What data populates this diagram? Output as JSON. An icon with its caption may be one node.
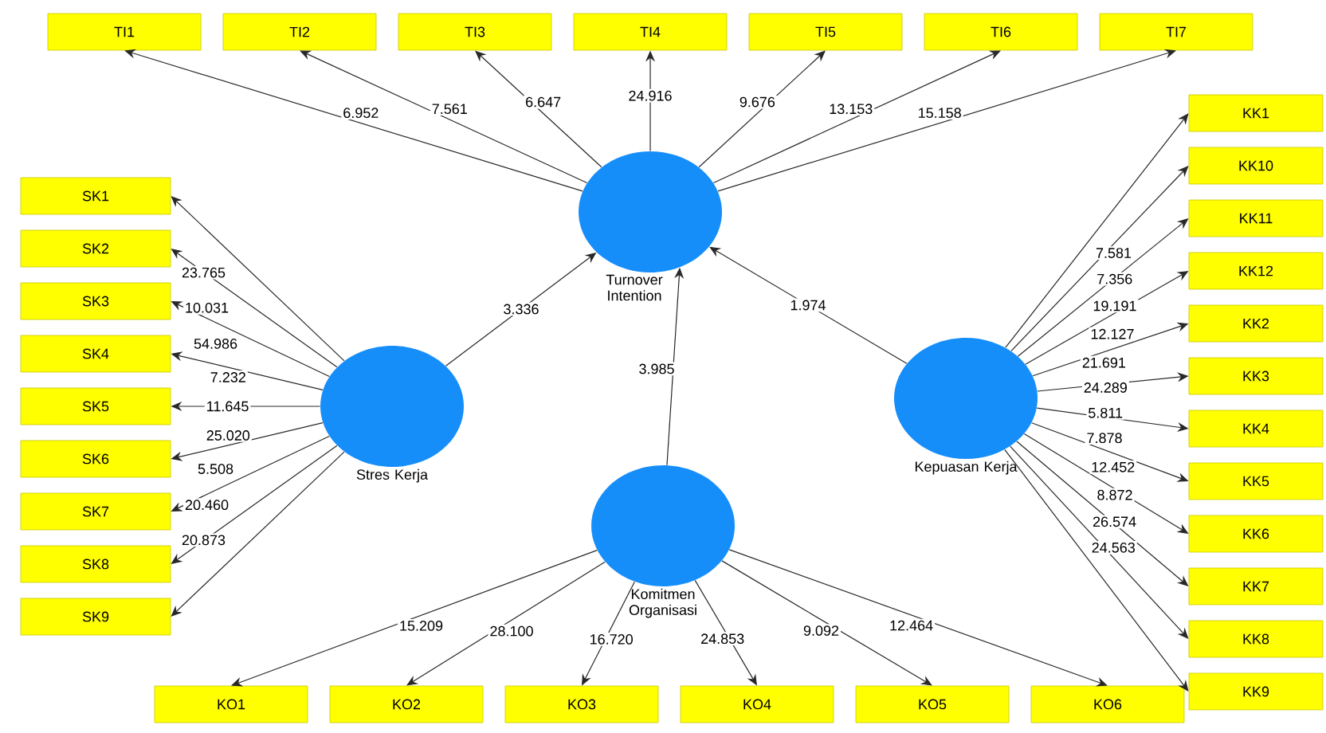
{
  "diagram": {
    "nodes": [
      {
        "text": [
          "Turnover Intention"
        ]
      },
      {
        "text": [
          "Stres Kerja"
        ]
      },
      {
        "text": [
          "Komitmen Organisasi"
        ]
      },
      {
        "text": [
          "Kepuasan Kerja"
        ]
      },
      {
        "text": [
          "TI1"
        ]
      },
      {
        "text": [
          "TI2"
        ]
      },
      {
        "text": [
          "TI3"
        ]
      },
      {
        "text": [
          "TI4"
        ]
      },
      {
        "text": [
          "TI5"
        ]
      },
      {
        "text": [
          "TI6"
        ]
      },
      {
        "text": [
          "TI7"
        ]
      },
      {
        "text": [
          "SK1"
        ]
      },
      {
        "text": [
          "SK2"
        ]
      },
      {
        "text": [
          "SK3"
        ]
      },
      {
        "text": [
          "SK4"
        ]
      },
      {
        "text": [
          "SK5"
        ]
      },
      {
        "text": [
          "SK6"
        ]
      },
      {
        "text": [
          "SK7"
        ]
      },
      {
        "text": [
          "SK8"
        ]
      },
      {
        "text": [
          "SK9"
        ]
      },
      {
        "text": [
          "KK1"
        ]
      },
      {
        "text": [
          "KK10"
        ]
      },
      {
        "text": [
          "KK11"
        ]
      },
      {
        "text": [
          "KK12"
        ]
      },
      {
        "text": [
          "KK2"
        ]
      },
      {
        "text": [
          "KK3"
        ]
      },
      {
        "text": [
          "KK4"
        ]
      },
      {
        "text": [
          "KK5"
        ]
      },
      {
        "text": [
          "KK6"
        ]
      },
      {
        "text": [
          "KK7"
        ]
      },
      {
        "text": [
          "KK8"
        ]
      },
      {
        "text": [
          "KK9"
        ]
      },
      {
        "text": [
          "KO1"
        ]
      },
      {
        "text": [
          "KO2"
        ]
      },
      {
        "text": [
          "KO3"
        ]
      },
      {
        "text": [
          "KO4"
        ]
      },
      {
        "text": [
          "KO5"
        ]
      },
      {
        "text": [
          "KO6"
        ]
      }
    ],
    "edges": [
      {
        "from": 0,
        "to": 4,
        "arrow": "to",
        "label": "6.952"
      },
      {
        "from": 0,
        "to": 5,
        "arrow": "to",
        "label": "7.561"
      },
      {
        "from": 0,
        "to": 6,
        "arrow": "to",
        "label": "6.647"
      },
      {
        "from": 0,
        "to": 7,
        "arrow": "to",
        "label": "24.916"
      },
      {
        "from": 0,
        "to": 8,
        "arrow": "to",
        "label": "9.676"
      },
      {
        "from": 0,
        "to": 9,
        "arrow": "to",
        "label": "13.153"
      },
      {
        "from": 0,
        "to": 10,
        "arrow": "to",
        "label": "15.158"
      },
      {
        "from": 1,
        "to": 11,
        "arrow": "to",
        "label": "23.765"
      },
      {
        "from": 1,
        "to": 12,
        "arrow": "to",
        "label": "10.031"
      },
      {
        "from": 1,
        "to": 13,
        "arrow": "to",
        "label": "54.986"
      },
      {
        "from": 1,
        "to": 14,
        "arrow": "to",
        "label": "7.232"
      },
      {
        "from": 1,
        "to": 15,
        "arrow": "to",
        "label": "11.645"
      },
      {
        "from": 1,
        "to": 16,
        "arrow": "to",
        "label": "25.020"
      },
      {
        "from": 1,
        "to": 17,
        "arrow": "to",
        "label": "5.508"
      },
      {
        "from": 1,
        "to": 18,
        "arrow": "to",
        "label": "20.460"
      },
      {
        "from": 1,
        "to": 19,
        "arrow": "to",
        "label": "20.873"
      },
      {
        "from": 3,
        "to": 20,
        "arrow": "to",
        "label": "7.581"
      },
      {
        "from": 3,
        "to": 21,
        "arrow": "to",
        "label": "7.356"
      },
      {
        "from": 3,
        "to": 22,
        "arrow": "to",
        "label": "19.191"
      },
      {
        "from": 3,
        "to": 23,
        "arrow": "to",
        "label": "12.127"
      },
      {
        "from": 3,
        "to": 24,
        "arrow": "to",
        "label": "21.691"
      },
      {
        "from": 3,
        "to": 25,
        "arrow": "to",
        "label": "24.289"
      },
      {
        "from": 3,
        "to": 26,
        "arrow": "to",
        "label": "5.811"
      },
      {
        "from": 3,
        "to": 27,
        "arrow": "to",
        "label": "7.878"
      },
      {
        "from": 3,
        "to": 28,
        "arrow": "to",
        "label": "12.452"
      },
      {
        "from": 3,
        "to": 29,
        "arrow": "to",
        "label": "8.872"
      },
      {
        "from": 3,
        "to": 30,
        "arrow": "to",
        "label": "26.574"
      },
      {
        "from": 3,
        "to": 31,
        "arrow": "to",
        "label": "24.563"
      },
      {
        "from": 2,
        "to": 32,
        "arrow": "to",
        "label": "15.209"
      },
      {
        "from": 2,
        "to": 33,
        "arrow": "to",
        "label": "28.100"
      },
      {
        "from": 2,
        "to": 34,
        "arrow": "to",
        "label": "16.720"
      },
      {
        "from": 2,
        "to": 35,
        "arrow": "to",
        "label": "24.853"
      },
      {
        "from": 2,
        "to": 36,
        "arrow": "to",
        "label": "9.092"
      },
      {
        "from": 2,
        "to": 37,
        "arrow": "to",
        "label": "12.464"
      },
      {
        "from": 1,
        "to": 0,
        "arrow": "to",
        "label": "3.336"
      },
      {
        "from": 2,
        "to": 0,
        "arrow": "to",
        "label": "3.985"
      },
      {
        "from": 3,
        "to": 0,
        "arrow": "to",
        "label": "1.974"
      }
    ]
  }
}
